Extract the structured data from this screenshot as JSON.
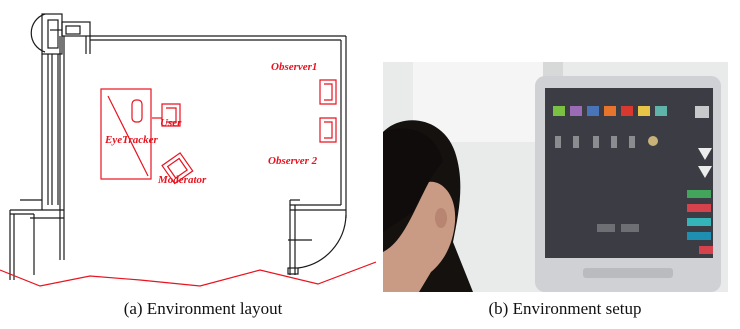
{
  "figure": {
    "panels": [
      {
        "id": "a",
        "caption": "(a)  Environment layout",
        "labels": {
          "observer1": "Observer1",
          "observer2": "Observer 2",
          "user": "User",
          "eyetracker": "EyeTracker",
          "moderator": "Moderator"
        }
      },
      {
        "id": "b",
        "caption": "(b)  Environment setup",
        "photo_content": "Photograph of a woman seen from behind looking at a large touchscreen kiosk display"
      }
    ]
  },
  "colors": {
    "plan_lines": "#1a1a1a",
    "annotation_red": "#e8131f",
    "kiosk_screen": "#3c3d44",
    "kiosk_frame": "#cfd1d4",
    "wall": "#e9ebea"
  }
}
